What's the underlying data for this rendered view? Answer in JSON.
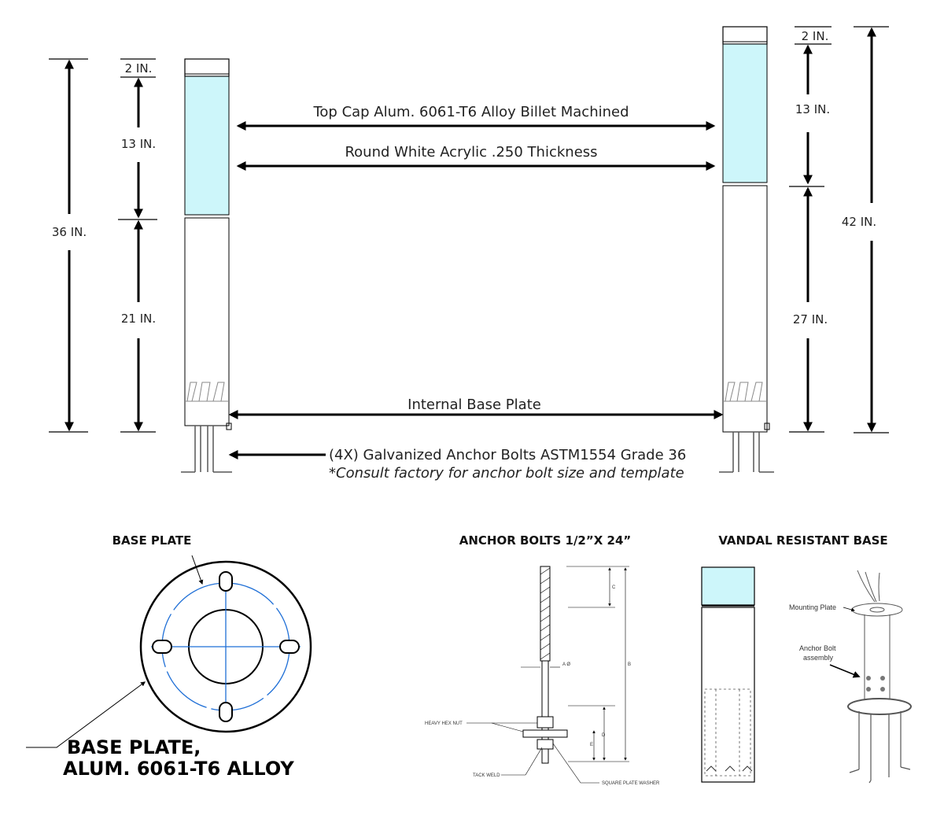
{
  "colors": {
    "acrylic": "#cdf6fa",
    "line": "#000000",
    "blue": "#1f6fd6"
  },
  "elevation": {
    "left": {
      "top_cap": "2 IN.",
      "acrylic": "13 IN.",
      "lower": "21 IN.",
      "overall": "36 IN."
    },
    "right": {
      "top_cap": "2 IN.",
      "acrylic": "13 IN.",
      "lower": "27 IN.",
      "overall": "42 IN."
    },
    "callouts": {
      "top_cap": "Top Cap Alum. 6061-T6 Alloy Billet Machined",
      "acrylic": "Round White Acrylic .250 Thickness",
      "base_plate": "Internal Base Plate",
      "anchor_bolts": "(4X) Galvanized Anchor Bolts ASTM1554 Grade 36",
      "anchor_note": "*Consult factory for anchor bolt size and template"
    }
  },
  "base_plate": {
    "heading": "BASE PLATE",
    "label_line1": "BASE PLATE,",
    "label_line2": "ALUM. 6061-T6 ALLOY"
  },
  "anchor_detail": {
    "heading": "ANCHOR BOLTS 1/2”X 24”",
    "dim_c": "C",
    "dim_a": "A Ø",
    "dim_b": "B",
    "dim_d": "D",
    "dim_e": "E",
    "heavy_hex_nut": "HEAVY HEX NUT",
    "tack_weld": "TACK WELD",
    "square_plate_washer": "SQUARE PLATE WASHER"
  },
  "vandal_base": {
    "heading": "VANDAL RESISTANT BASE",
    "mounting_plate": "Mounting Plate",
    "anchor_bolt_line1": "Anchor Bolt",
    "anchor_bolt_line2": "assembly"
  }
}
